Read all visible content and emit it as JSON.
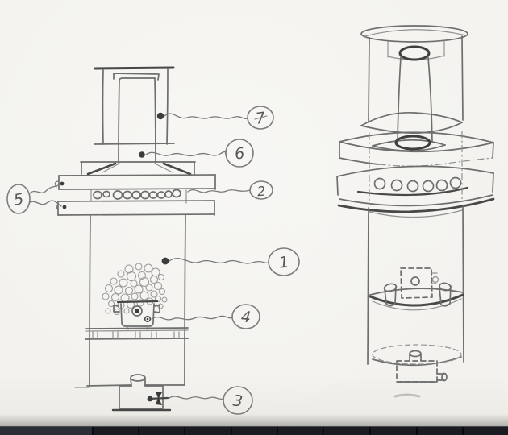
{
  "figure": {
    "description_visible_text_only": true,
    "callouts": [
      {
        "label": "1"
      },
      {
        "label": "2"
      },
      {
        "label": "3"
      },
      {
        "label": "4"
      },
      {
        "label": "5"
      },
      {
        "label": "6"
      },
      {
        "label": "7"
      }
    ],
    "colors": {
      "paper": "#f3f2ee",
      "pencil_light": "#929292",
      "pencil_mid": "#6e6e6e",
      "pencil_dark": "#484848",
      "bottom_edge_bar": "#1a1c21"
    }
  }
}
